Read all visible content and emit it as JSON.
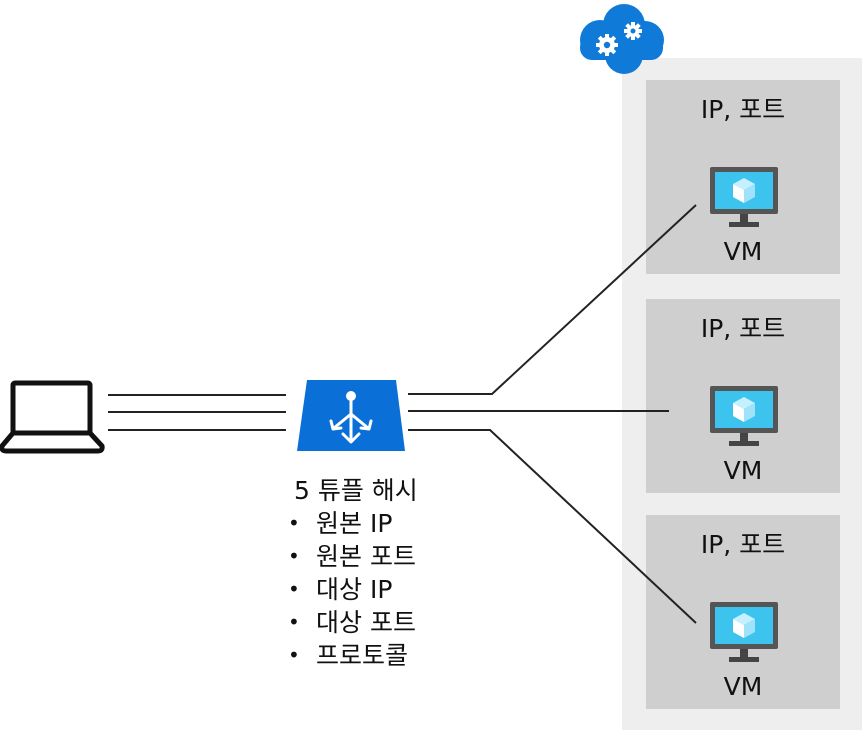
{
  "colors": {
    "panel_bg": "#eeeeee",
    "vm_box_bg": "#cfcfcf",
    "azure_blue": "#0078d4",
    "vm_screen": "#3cc4ee"
  },
  "icons": {
    "client": "laptop-icon",
    "load_balancer": "load-balancer-icon",
    "cloud_service": "cloud-gear-icon",
    "vm": "vm-monitor-icon"
  },
  "vms": [
    {
      "title": "IP, 포트",
      "label": "VM"
    },
    {
      "title": "IP, 포트",
      "label": "VM"
    },
    {
      "title": "IP, 포트",
      "label": "VM"
    }
  ],
  "hash": {
    "title": "5 튜플 해시",
    "items": [
      "원본 IP",
      "원본 포트",
      "대상 IP",
      "대상 포트",
      "프로토콜"
    ]
  }
}
